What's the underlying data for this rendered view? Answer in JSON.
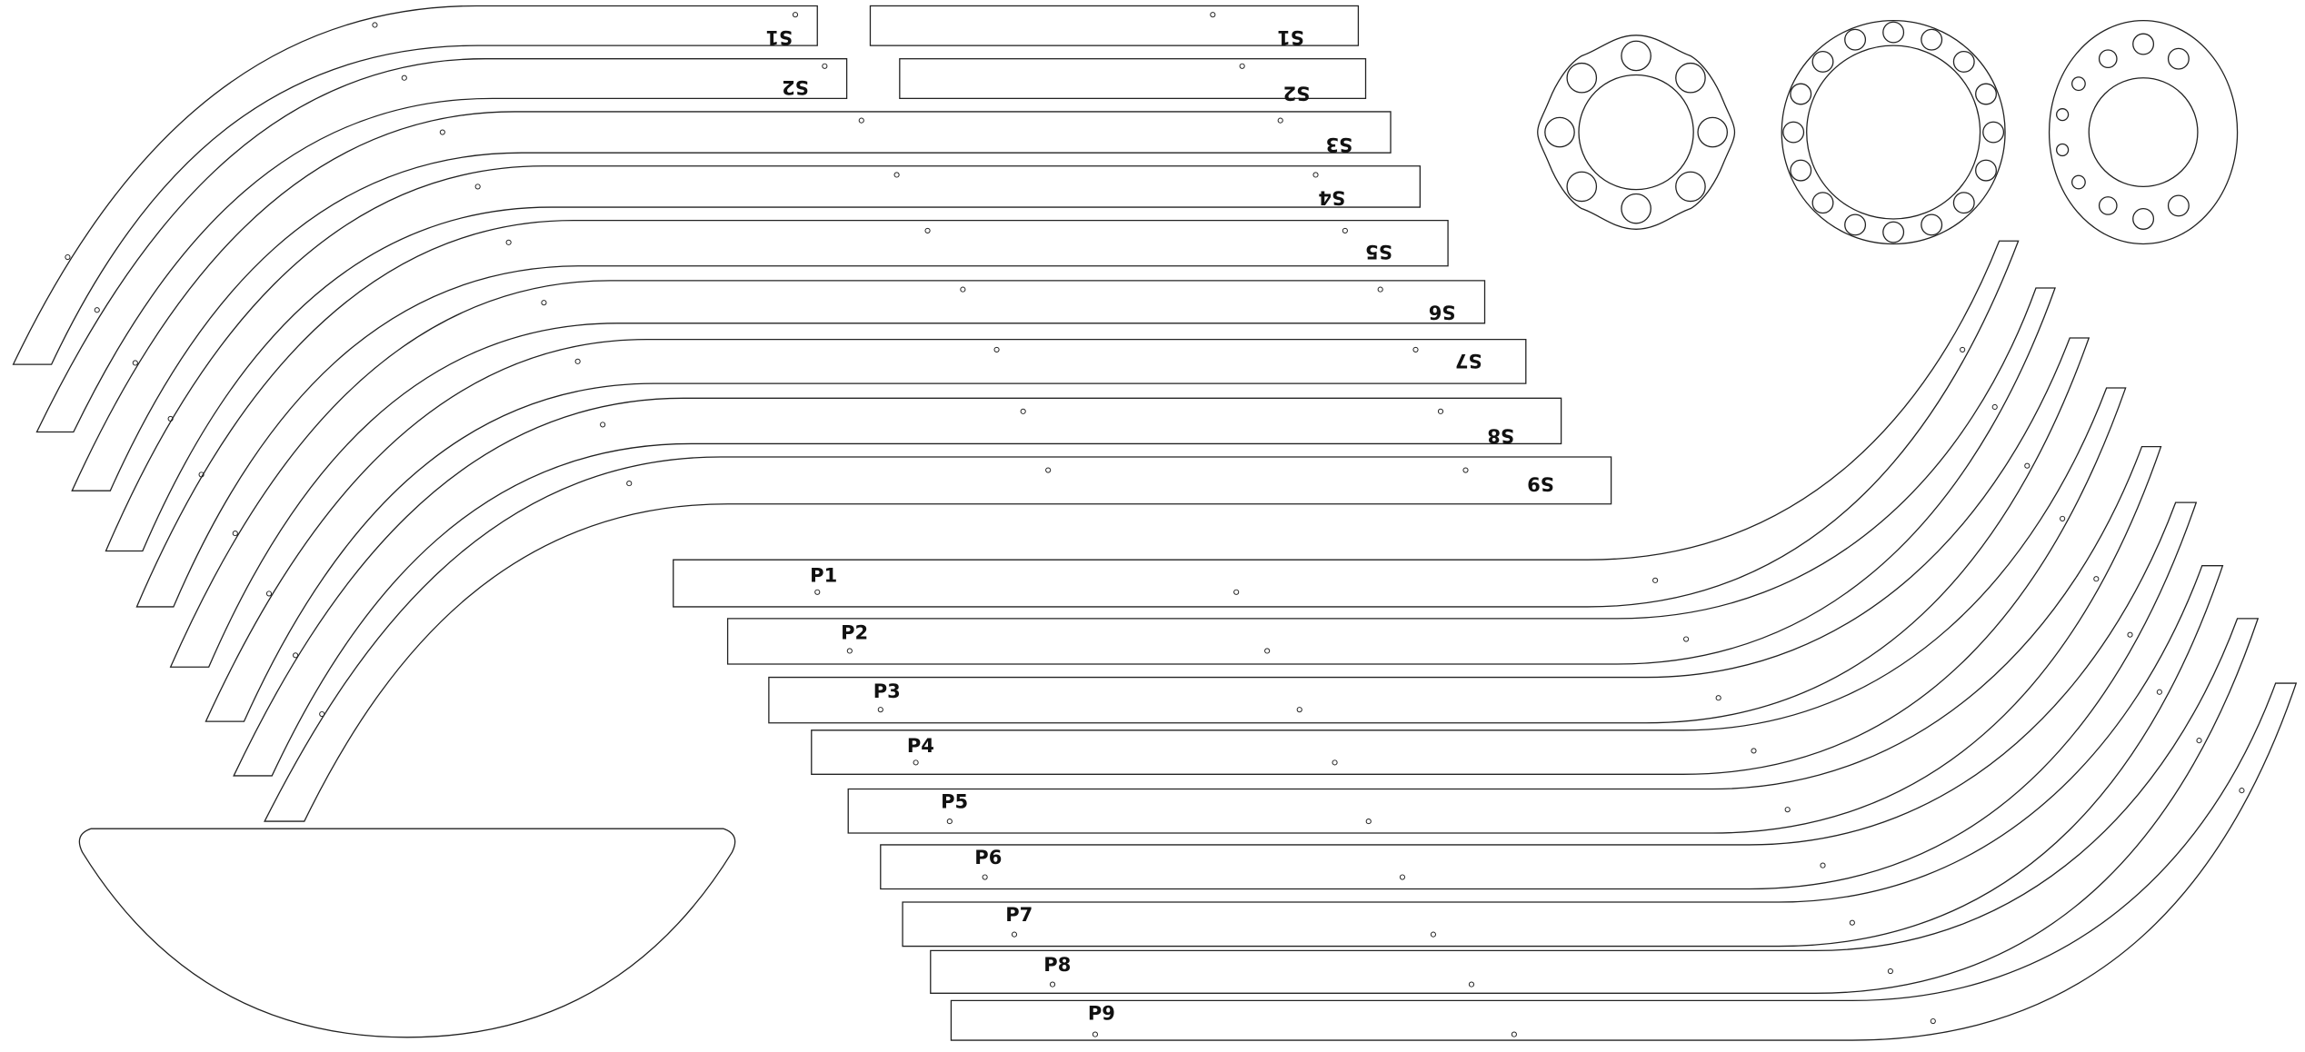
{
  "drawing": {
    "line_color": "#222222",
    "background": "#ffffff",
    "s_parts": [
      {
        "label": "S1"
      },
      {
        "label": "S1"
      },
      {
        "label": "S2"
      },
      {
        "label": "S2"
      },
      {
        "label": "S3"
      },
      {
        "label": "S4"
      },
      {
        "label": "S5"
      },
      {
        "label": "S6"
      },
      {
        "label": "S7"
      },
      {
        "label": "S8"
      },
      {
        "label": "S9"
      }
    ],
    "p_parts": [
      {
        "label": "P1"
      },
      {
        "label": "P2"
      },
      {
        "label": "P3"
      },
      {
        "label": "P4"
      },
      {
        "label": "P5"
      },
      {
        "label": "P6"
      },
      {
        "label": "P7"
      },
      {
        "label": "P8"
      },
      {
        "label": "P9"
      }
    ],
    "flanges": [
      {
        "name": "scalloped-flange",
        "bolt_holes": 8
      },
      {
        "name": "ring-flange",
        "bolt_holes": 16
      },
      {
        "name": "plain-flange",
        "bolt_holes": 10
      }
    ]
  }
}
